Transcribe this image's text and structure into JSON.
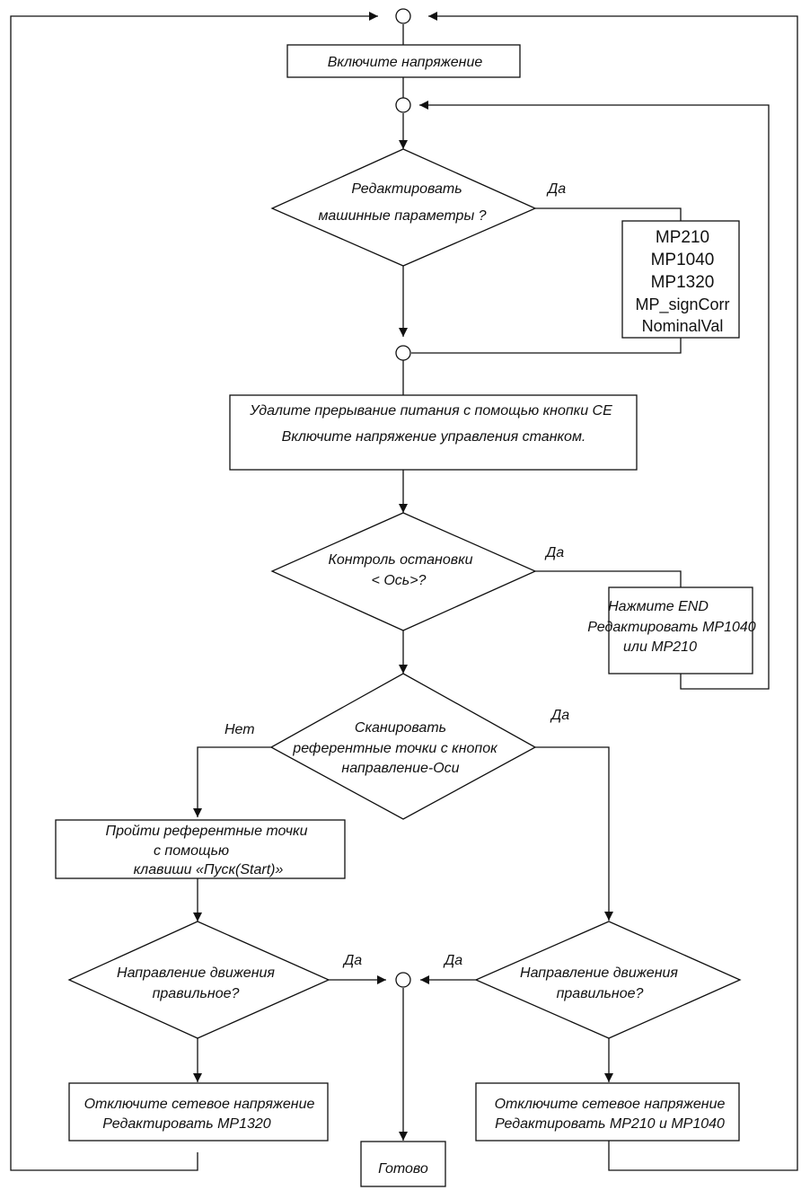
{
  "nodes": {
    "power_on": "Включите напряжение",
    "edit_params_q": [
      "Редактировать",
      "машинные параметры ?"
    ],
    "params_list": [
      "MP210",
      "MP1040",
      "MP1320",
      "MP_signCorr",
      "NominalVal"
    ],
    "remove_interrupt": [
      "Удалите прерывание питания с помощью кнопки CE",
      "Включите напряжение управления станком."
    ],
    "stop_check_q": [
      "Контроль остановки",
      "< Ось>?"
    ],
    "press_end": [
      "Нажмите END",
      "Редактировать MP1040",
      "или MP210"
    ],
    "scan_ref_q": [
      "Сканировать",
      "референтные точки с кнопок",
      "направление-Оси"
    ],
    "pass_ref": [
      "Пройти референтные точки",
      "с помощью",
      "клавиши «Пуск(Start)»"
    ],
    "direction_left_q": [
      "Направление движения",
      "правильное?"
    ],
    "direction_right_q": [
      "Направление движения",
      "правильное?"
    ],
    "off_left": [
      "Отключите сетевое напряжение",
      "Редактировать MP1320"
    ],
    "off_right": [
      "Отключите сетевое напряжение",
      "Редактировать MP210 и MP1040"
    ],
    "done": "Готово"
  },
  "labels": {
    "yes_edit": "Да",
    "yes_stop": "Да",
    "yes_scan": "Да",
    "no_scan": "Нет",
    "yes_dir_left": "Да",
    "yes_dir_right": "Да"
  }
}
